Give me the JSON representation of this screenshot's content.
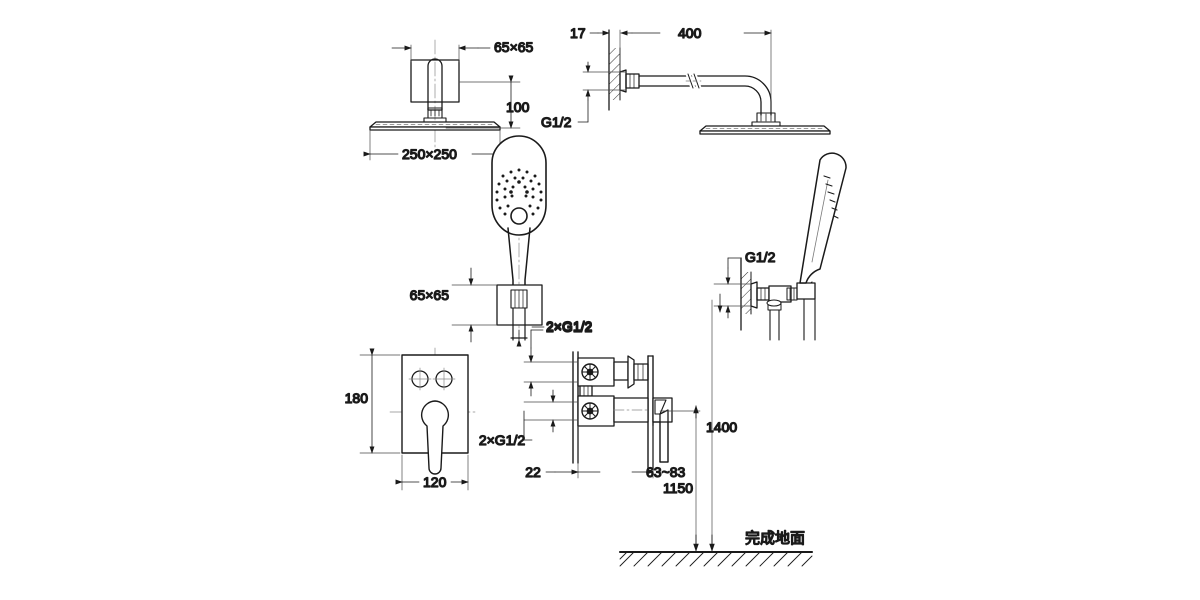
{
  "drawing": {
    "type": "technical-product-drawing",
    "subject": "concealed shower mixer set with overhead rain shower and handheld shower",
    "units": "mm",
    "line_color": "#1a1a1a",
    "thin_line_color": "#4a4a4a",
    "background": "#ffffff"
  },
  "views": {
    "ceiling_shower": {
      "name": "ceiling mounted rain shower head, front elevation",
      "dims": {
        "flange": "65×65",
        "drop": "100",
        "panel": "250×250"
      }
    },
    "wall_arm_shower": {
      "name": "wall mounted shower arm with rain shower head, side elevation",
      "dims": {
        "wall_offset": "17",
        "arm_length": "400",
        "inlet_thread": "G1/2"
      }
    },
    "handheld_front": {
      "name": "handheld shower front elevation with wall bracket",
      "dims": {
        "bracket": "65×65",
        "outlet_thread": "2×G1/2"
      }
    },
    "handheld_side": {
      "name": "handheld shower in wall outlet bracket, side elevation",
      "dims": {
        "inlet_thread": "G1/2"
      }
    },
    "mixer_plate": {
      "name": "concealed mixer trim plate, front elevation",
      "dims": {
        "height": "180",
        "width": "120"
      }
    },
    "mixer_body": {
      "name": "concealed mixer valve body, side section",
      "dims": {
        "port_top": "2×G1/2",
        "port_bottom": "2×G1/2",
        "rough_in_depth": "22",
        "projection": "63~83"
      }
    },
    "heights": {
      "handheld_outlet_height": "1400",
      "mixer_height": "1150",
      "floor_label": "完成地面"
    }
  },
  "labels": {
    "d_65x65_a": "65×65",
    "d_100": "100",
    "d_250x250": "250×250",
    "d_17": "17",
    "d_400": "400",
    "d_g12_a": "G1/2",
    "d_65x65_b": "65×65",
    "d_2g12_a": "2×G1/2",
    "d_g12_b": "G1/2",
    "d_180": "180",
    "d_120": "120",
    "d_2g12_b": "2×G1/2",
    "d_22": "22",
    "d_63_83": "63~83",
    "d_1400": "1400",
    "d_1150": "1150",
    "floor_text": "完成地面"
  }
}
